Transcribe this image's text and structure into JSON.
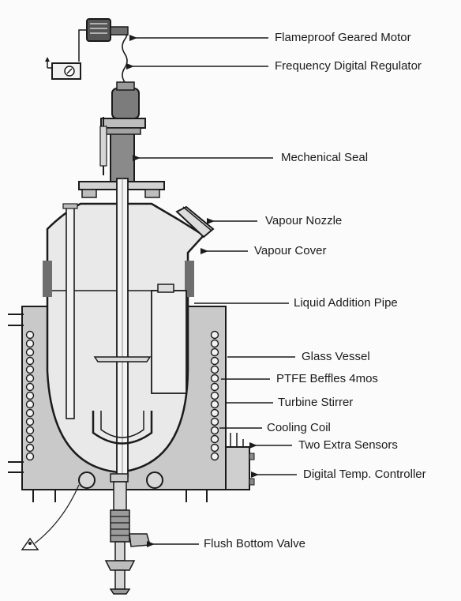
{
  "labels": {
    "motor": "Flameproof Geared Motor",
    "regulator": "Frequency Digital Regulator",
    "seal": "Mechenical Seal",
    "nozzle": "Vapour Nozzle",
    "cover": "Vapour Cover",
    "addition_pipe": "Liquid Addition Pipe",
    "glass_vessel": "Glass Vessel",
    "baffles": "PTFE Beffles 4mos",
    "stirrer": "Turbine Stirrer",
    "coil": "Cooling Coil",
    "sensors": "Two Extra Sensors",
    "controller": "Digital Temp. Controller",
    "valve": "Flush Bottom Valve"
  },
  "colors": {
    "ink": "#1b1b1b",
    "bath_fill": "#c9c9c9",
    "vessel_fill": "#e9e9e9",
    "dark_part": "#6e6e6e"
  }
}
